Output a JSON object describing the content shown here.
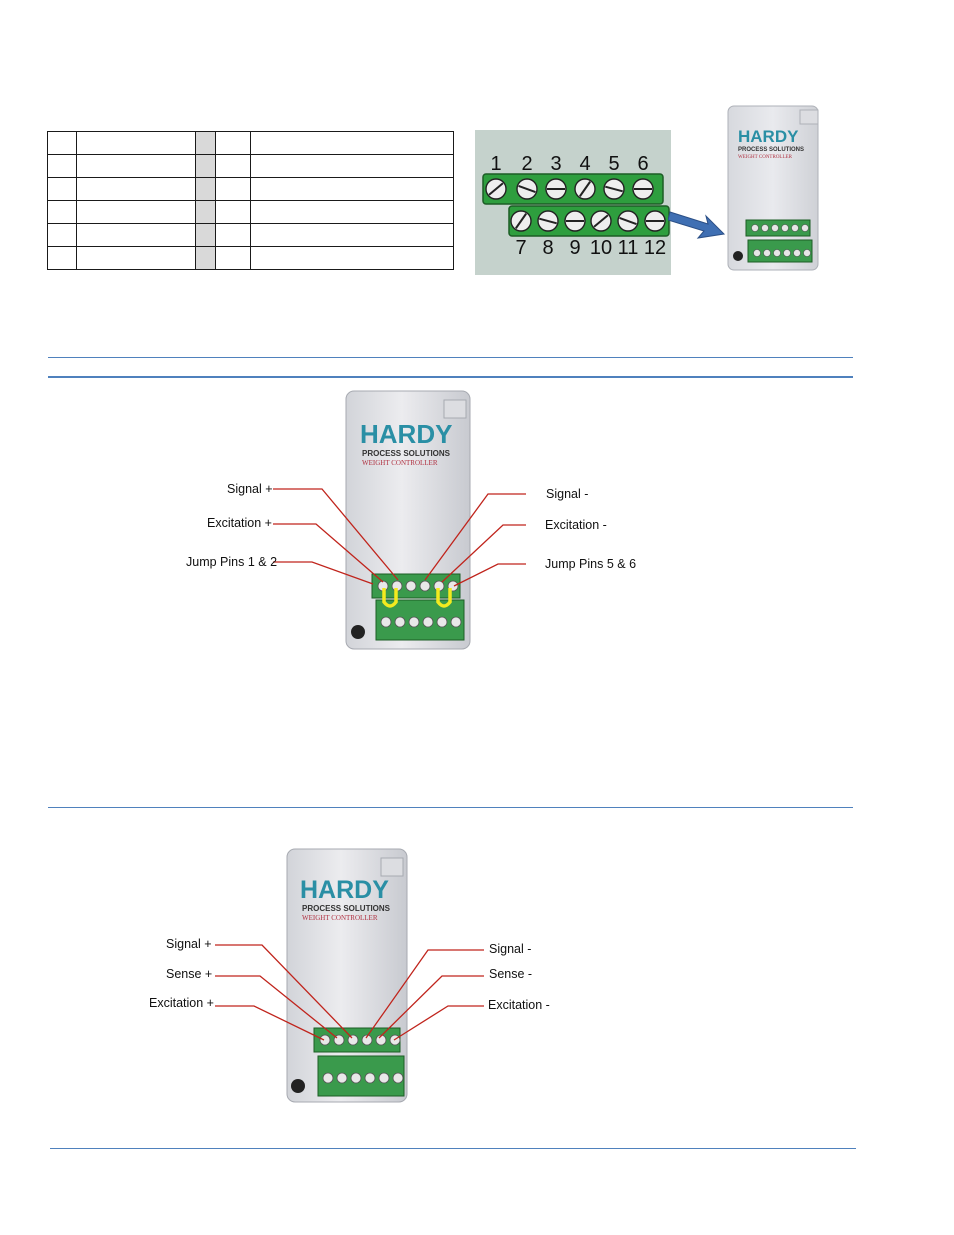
{
  "top_photo": {
    "top_row_numbers": [
      "1",
      "2",
      "3",
      "4",
      "5",
      "6"
    ],
    "bottom_row_numbers": [
      "7",
      "8",
      "9",
      "10",
      "11",
      "12"
    ]
  },
  "device": {
    "brand": "HARDY",
    "subtitle": "PROCESS SOLUTIONS",
    "product": "WEIGHT CONTROLLER"
  },
  "four_wire_diagram": {
    "left_labels": [
      "Signal +",
      "Excitation +",
      "Jump Pins 1 & 2"
    ],
    "right_labels": [
      "Signal -",
      "Excitation -",
      "Jump Pins 5 & 6"
    ]
  },
  "six_wire_diagram": {
    "left_labels": [
      "Signal +",
      "Sense +",
      "Excitation +"
    ],
    "right_labels": [
      "Signal -",
      "Sense -",
      "Excitation -"
    ]
  },
  "colors": {
    "rule": "#4f81bd",
    "terminal_green": "#2e9e3e",
    "leader_red": "#c0241c",
    "jumper_yellow": "#f3ea1f",
    "arrow_blue": "#3f6fb3"
  }
}
